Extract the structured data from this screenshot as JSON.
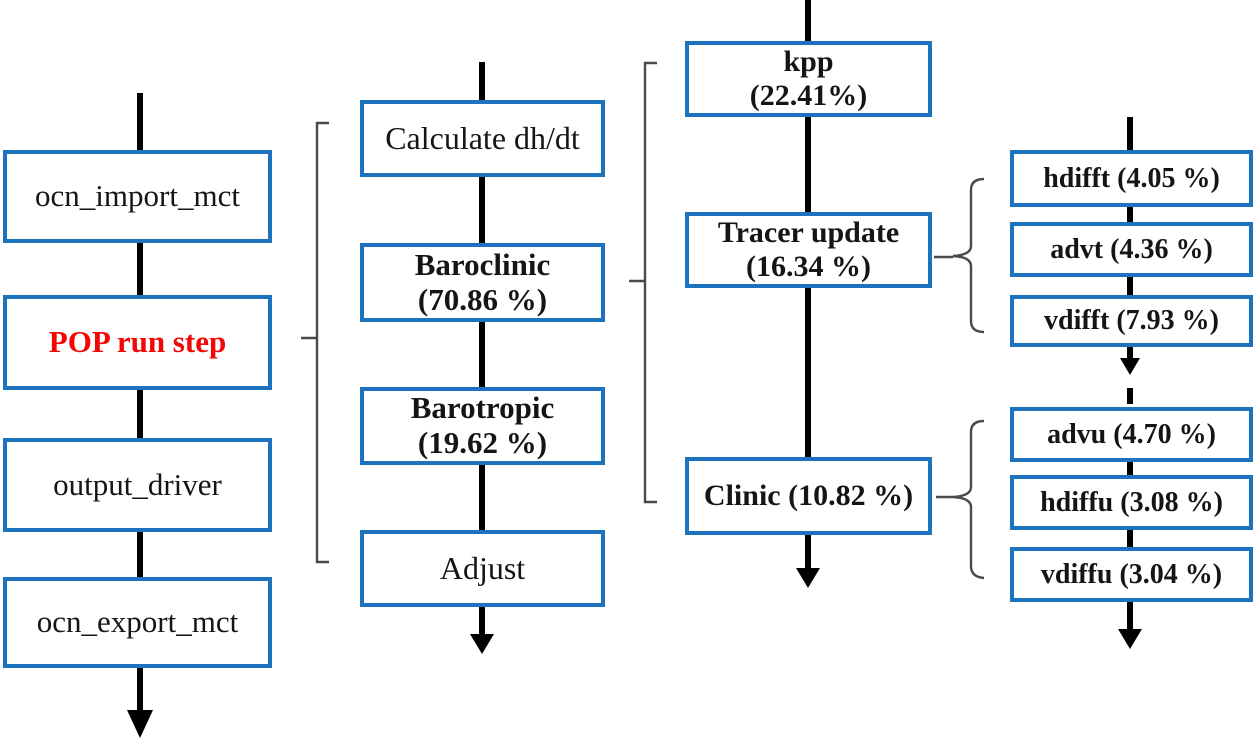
{
  "colors": {
    "box_border": "#1e73be",
    "connector": "#000000",
    "bracket": "#4a4a4a",
    "text": "#151515",
    "highlight_text": "#f40606"
  },
  "nodes": {
    "col1": [
      {
        "label": "ocn_import_mct"
      },
      {
        "label": "POP run step"
      },
      {
        "label": "output_driver"
      },
      {
        "label": "ocn_export_mct"
      }
    ],
    "col2": [
      {
        "line1": "Calculate dh/dt"
      },
      {
        "line1": "Baroclinic",
        "line2": "(70.86 %)"
      },
      {
        "line1": "Barotropic",
        "line2": "(19.62 %)"
      },
      {
        "line1": "Adjust"
      }
    ],
    "col3": [
      {
        "line1": "kpp",
        "line2": "(22.41%)"
      },
      {
        "line1": "Tracer update",
        "line2": "(16.34 %)"
      },
      {
        "line1": "Clinic (10.82 %)"
      }
    ],
    "col4": [
      {
        "label": "hdifft (4.05 %)"
      },
      {
        "label": "advt (4.36 %)"
      },
      {
        "label": "vdifft (7.93 %)"
      },
      {
        "label": "advu (4.70 %)"
      },
      {
        "label": "hdiffu (3.08 %)"
      },
      {
        "label": "vdiffu (3.04 %)"
      }
    ]
  }
}
